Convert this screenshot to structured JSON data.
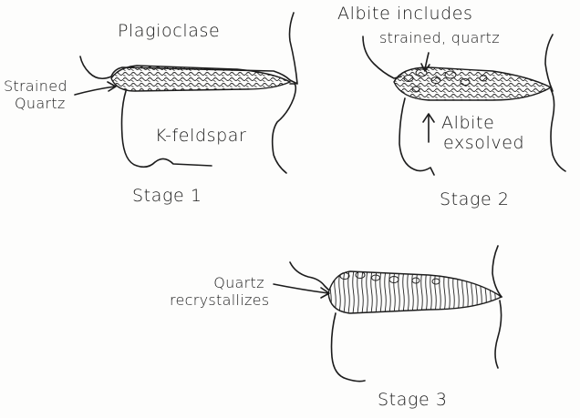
{
  "stage1": {
    "title": "Stage 1",
    "upper_mineral": "Plagioclase",
    "lower_mineral": "K-feldspar",
    "pointer_label_line1": "Strained",
    "pointer_label_line2": "Quartz"
  },
  "stage2": {
    "title": "Stage 2",
    "callout_line1": "Albite includes",
    "callout_line2": "strained, quartz",
    "exsolution_line1": "Albite",
    "exsolution_line2": "exsolved"
  },
  "stage3": {
    "title": "Stage 3",
    "pointer_label_line1": "Quartz",
    "pointer_label_line2": "recrystallizes"
  }
}
